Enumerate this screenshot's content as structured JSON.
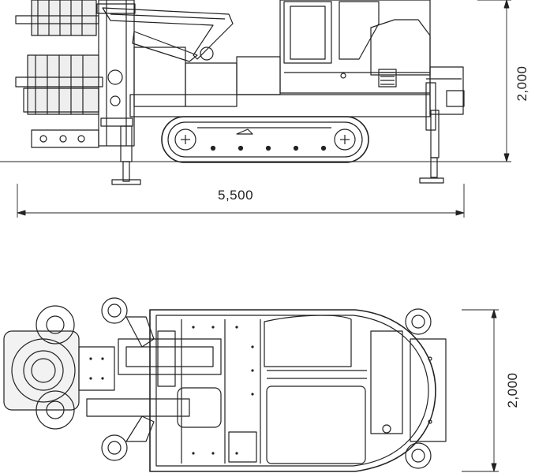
{
  "side_view": {
    "length_label": "5,500",
    "height_label": "2,000"
  },
  "top_view": {
    "width_label": "2,000"
  },
  "colors": {
    "line": "#222222",
    "fill": "#ffffff",
    "shade": "#d9d9d9"
  }
}
